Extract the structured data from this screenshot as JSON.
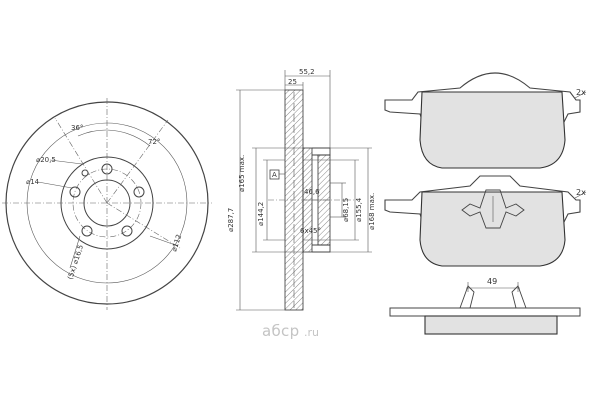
{
  "dimensions": {
    "front_view": {
      "angle_1": "36°",
      "angle_2": "72°",
      "bolt_circle": "⌀20,5",
      "hole_dia": "⌀14",
      "inner_dia": "(5x) ⌀16,5",
      "pcd": "⌀112"
    },
    "section_view": {
      "overall_width": "55,2",
      "disc_thickness": "25",
      "datum": "A",
      "hat_depth": "46,6",
      "chamfer": "6x45°",
      "dia_outer": "⌀287,7",
      "dia_hat_max": "⌀165 max.",
      "dia_hub": "⌀144,2",
      "dia_center_bore": "⌀68,15",
      "dia_inner": "⌀155,4",
      "dia_inner_max": "⌀168 max."
    },
    "pads": {
      "qty_top": "2x",
      "qty_middle": "2x",
      "clip_width": "49"
    }
  },
  "watermark": {
    "brand": "aбcp",
    "suffix": ".ru"
  },
  "colors": {
    "line": "#444444",
    "pad_fill": "#e2e2e2",
    "watermark": "#c4c4c4"
  }
}
